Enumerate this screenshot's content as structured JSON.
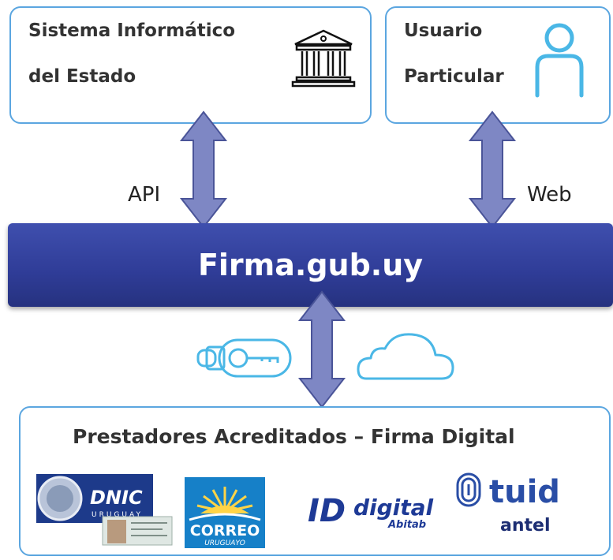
{
  "top": {
    "estado": {
      "line1": "Sistema Informático",
      "line2": "del Estado"
    },
    "usuario": {
      "line1": "Usuario",
      "line2": "Particular"
    }
  },
  "connectors": {
    "left_label": "API",
    "right_label": "Web"
  },
  "hub": {
    "label": "Firma.gub.uy"
  },
  "bottom": {
    "title": "Prestadores Acreditados – Firma Digital",
    "providers": {
      "dnic": {
        "name": "DNIC",
        "sub": "URUGUAY"
      },
      "correo": {
        "name": "CORREO",
        "sub": "URUGUAYO"
      },
      "abitab": {
        "id": "ID",
        "digital": "digital",
        "sub": "Abitab"
      },
      "antel": {
        "tuid": "tuid",
        "sub": "antel"
      }
    }
  },
  "icons": [
    "bank-icon",
    "user-icon",
    "usb-key-icon",
    "cloud-icon"
  ],
  "colors": {
    "box_border": "#5ba6e0",
    "hub": "#2f3c97",
    "arrow_fill": "#7e87c4",
    "arrow_stroke": "#4a5498",
    "icon_blue": "#4ab7e6"
  }
}
